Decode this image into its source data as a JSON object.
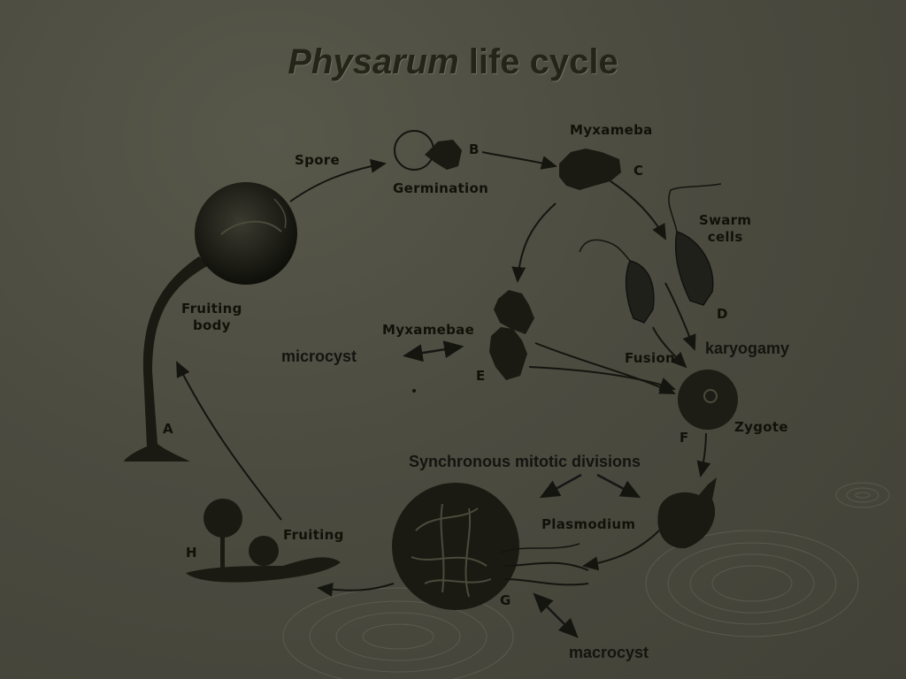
{
  "title": {
    "italic": "Physarum",
    "rest": " life cycle"
  },
  "stages": {
    "spore": "Spore",
    "b": "B",
    "germination": "Germination",
    "myxameba": "Myxameba",
    "c": "C",
    "swarm_cells": [
      "Swarm",
      "cells"
    ],
    "d": "D",
    "fruiting_body": [
      "Fruiting",
      "body"
    ],
    "a": "A",
    "myxamebae": "Myxamebae",
    "e": "E",
    "fusion": "Fusion",
    "f": "F",
    "zygote": "Zygote",
    "plasmodium": "Plasmodium",
    "g": "G",
    "fruiting": "Fruiting",
    "h": "H"
  },
  "annotations": {
    "microcyst": "microcyst",
    "karyogamy": "karyogamy",
    "synchronous": "Synchronous mitotic divisions",
    "macrocyst": "macrocyst"
  },
  "colors": {
    "background": "#4a4a3f",
    "ink": "#161610",
    "title": "#242419"
  }
}
